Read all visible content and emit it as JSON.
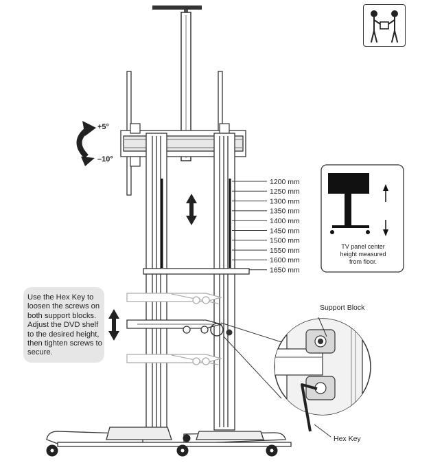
{
  "tilt": {
    "up": "+5°",
    "down": "–10°"
  },
  "heights": [
    "1200 mm",
    "1250 mm",
    "1300 mm",
    "1350 mm",
    "1400 mm",
    "1450 mm",
    "1500 mm",
    "1550 mm",
    "1600 mm",
    "1650 mm"
  ],
  "hex_instructions": [
    "Use the Hex Key to",
    "loosen the screws on",
    "both support blocks.",
    "Adjust the DVD shelf",
    "to the desired height,",
    "then tighten screws to",
    "secure."
  ],
  "height_note": [
    "TV panel center",
    "height measured",
    "from floor."
  ],
  "callouts": {
    "support_block": "Support Block",
    "hex_key": "Hex Key"
  },
  "icons": {
    "two_person_lift": "two-person-lift-icon"
  }
}
